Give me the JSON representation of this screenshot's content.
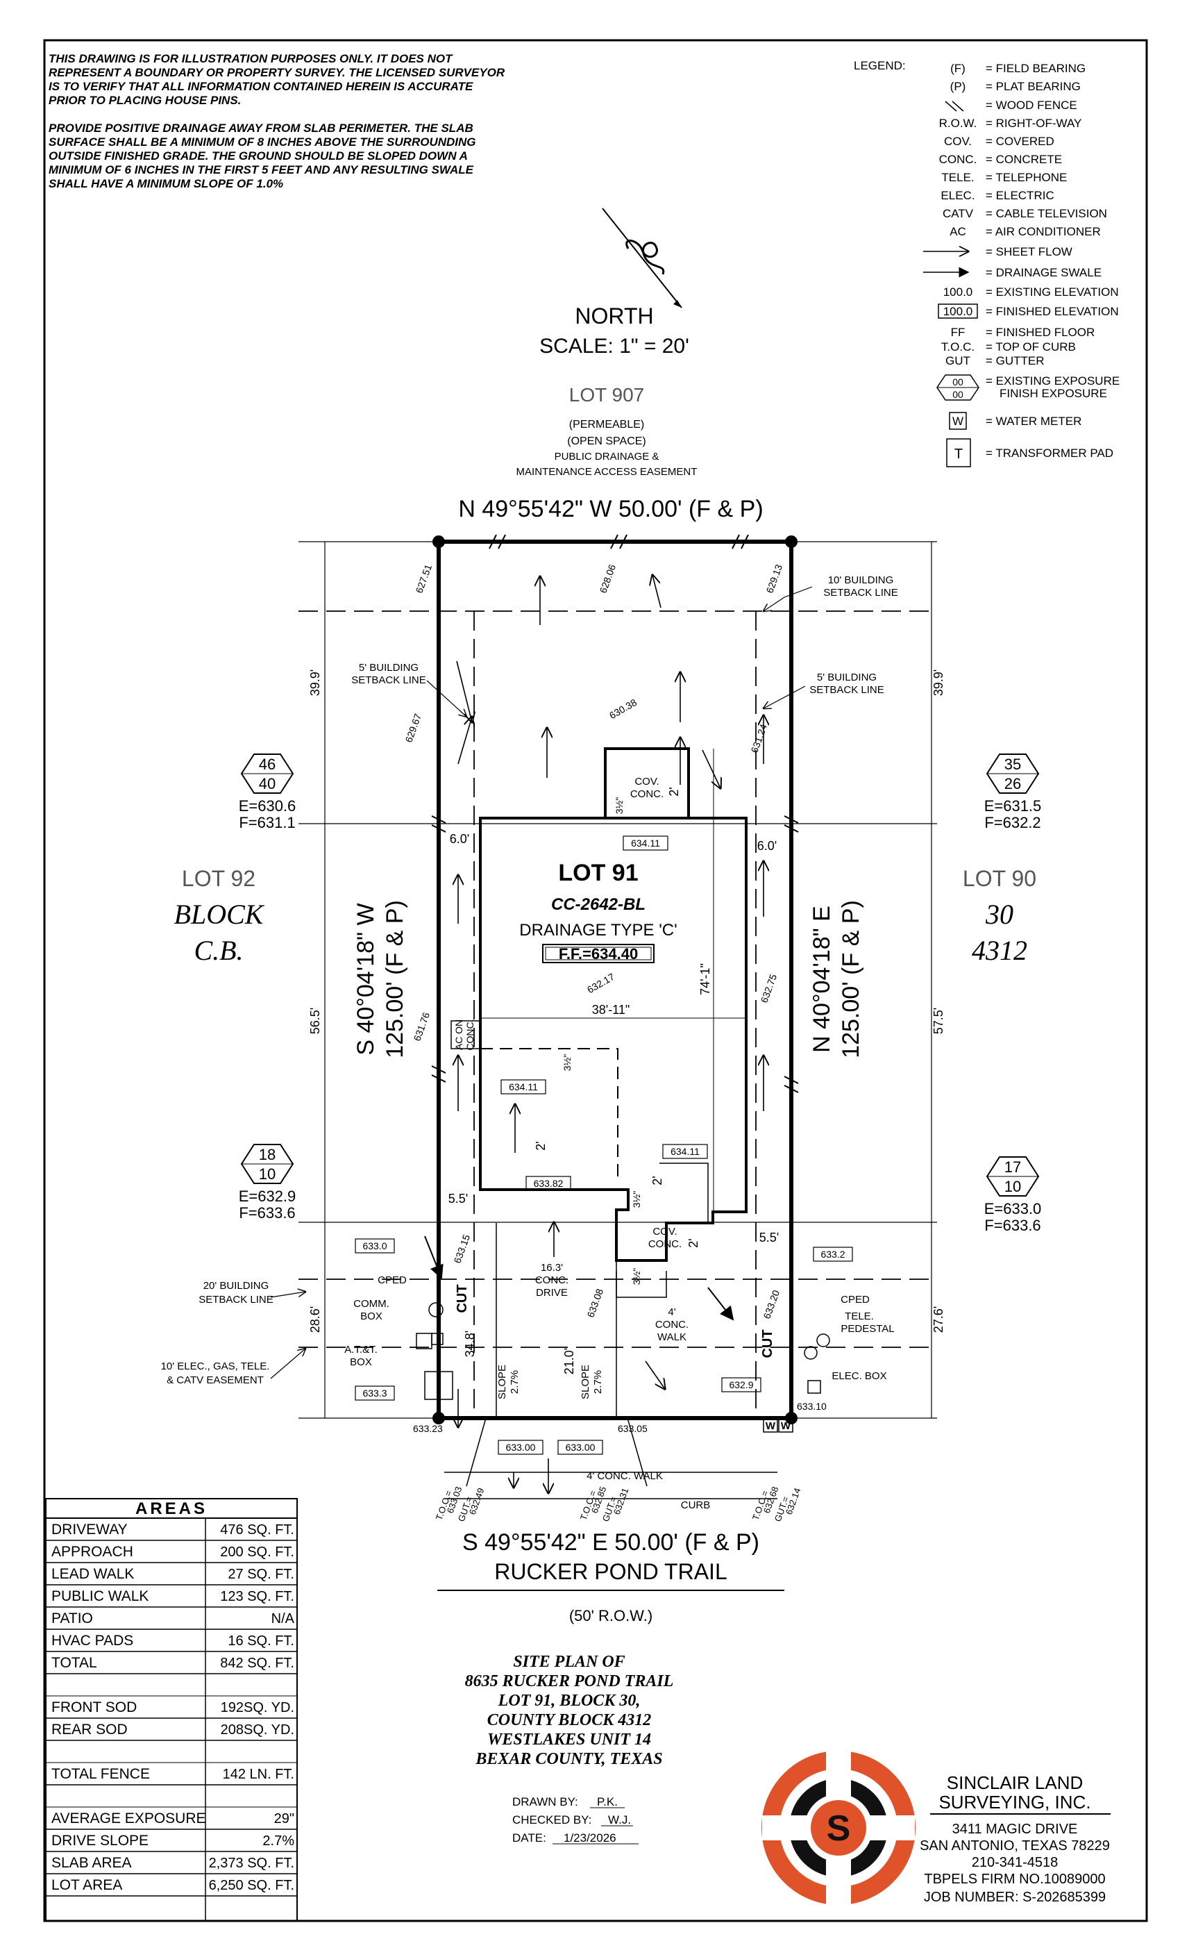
{
  "notes": {
    "line1": "THIS DRAWING IS FOR ILLUSTRATION PURPOSES ONLY. IT DOES NOT",
    "line2": "REPRESENT A BOUNDARY OR PROPERTY SURVEY. THE LICENSED SURVEYOR",
    "line3": "IS TO VERIFY THAT ALL INFORMATION CONTAINED HEREIN IS ACCURATE",
    "line4": "PRIOR TO PLACING HOUSE PINS.",
    "line5": "PROVIDE POSITIVE DRAINAGE AWAY FROM SLAB PERIMETER. THE SLAB",
    "line6": "SURFACE SHALL BE A MINIMUM OF 8 INCHES ABOVE THE SURROUNDING",
    "line7": "OUTSIDE FINISHED GRADE. THE GROUND SHOULD BE SLOPED DOWN A",
    "line8": "MINIMUM OF 6 INCHES IN THE FIRST 5 FEET AND ANY RESULTING SWALE",
    "line9": "SHALL HAVE A MINIMUM SLOPE OF 1.0%"
  },
  "legend": {
    "title": "LEGEND:",
    "items": [
      {
        "sym": "(F)",
        "desc": "= FIELD BEARING"
      },
      {
        "sym": "(P)",
        "desc": "= PLAT BEARING"
      },
      {
        "sym": "\\\\",
        "desc": "= WOOD FENCE"
      },
      {
        "sym": "R.O.W.",
        "desc": "= RIGHT-OF-WAY"
      },
      {
        "sym": "COV.",
        "desc": "= COVERED"
      },
      {
        "sym": "CONC.",
        "desc": "= CONCRETE"
      },
      {
        "sym": "TELE.",
        "desc": "= TELEPHONE"
      },
      {
        "sym": "ELEC.",
        "desc": "= ELECTRIC"
      },
      {
        "sym": "CATV",
        "desc": "= CABLE TELEVISION"
      },
      {
        "sym": "AC",
        "desc": "= AIR CONDITIONER"
      },
      {
        "sym": "",
        "desc": "= SHEET FLOW"
      },
      {
        "sym": "",
        "desc": "= DRAINAGE SWALE"
      },
      {
        "sym": "100.0",
        "desc": "= EXISTING ELEVATION"
      },
      {
        "sym": "100.0",
        "desc": "= FINISHED ELEVATION"
      },
      {
        "sym": "FF",
        "desc": "= FINISHED FLOOR"
      },
      {
        "sym": "T.O.C.",
        "desc": "= TOP OF CURB"
      },
      {
        "sym": "GUT",
        "desc": "= GUTTER"
      },
      {
        "sym": "00",
        "sym2": "00",
        "desc": "= EXISTING EXPOSURE",
        "desc2": "FINISH EXPOSURE"
      },
      {
        "sym": "W",
        "desc": "= WATER METER"
      },
      {
        "sym": "T",
        "desc": "= TRANSFORMER PAD"
      }
    ]
  },
  "north": {
    "label": "NORTH",
    "scale": "SCALE: 1\" = 20'"
  },
  "lot907": {
    "name": "LOT 907",
    "l1": "(PERMEABLE)",
    "l2": "(OPEN SPACE)",
    "l3": "PUBLIC DRAINAGE &",
    "l4": "MAINTENANCE ACCESS EASEMENT"
  },
  "bearings": {
    "top": "N 49°55'42\" W 50.00' (F & P)",
    "bottom": "S 49°55'42\" E 50.00' (F & P)",
    "left1": "S 40°04'18\" W",
    "left2": "125.00' (F & P)",
    "right1": "N 40°04'18\" E",
    "right2": "125.00' (F & P)"
  },
  "lot": {
    "name": "LOT 91",
    "plan": "CC-2642-BL",
    "drainage": "DRAINAGE TYPE 'C'",
    "ff": "F.F.=634.40",
    "width": "38'-11\"",
    "depth": "74'-1\"",
    "ac": "AC ON",
    "ac2": "CONC."
  },
  "neighbors": {
    "left": {
      "lot": "LOT 92",
      "block": "BLOCK",
      "cb": "C.B."
    },
    "right": {
      "lot": "LOT 90",
      "block": "30",
      "cb": "4312"
    }
  },
  "exposures": [
    {
      "top": "46",
      "bottom": "40",
      "e": "E=630.6",
      "f": "F=631.1"
    },
    {
      "top": "35",
      "bottom": "26",
      "e": "E=631.5",
      "f": "F=632.2"
    },
    {
      "top": "18",
      "bottom": "10",
      "e": "E=632.9",
      "f": "F=633.6"
    },
    {
      "top": "17",
      "bottom": "10",
      "e": "E=633.0",
      "f": "F=633.6"
    }
  ],
  "elevations": {
    "e1": "627.51",
    "e2": "628.06",
    "e3": "629.13",
    "e4": "629.67",
    "e5": "630.38",
    "e6": "631.24",
    "e7": "631.76",
    "e8": "632.17",
    "e9": "632.75",
    "e10": "633.15",
    "e11": "633.08",
    "e12": "633.20",
    "e13": "633.23",
    "e14": "633.05",
    "e15": "633.10",
    "b1": "634.11",
    "b2": "634.11",
    "b3": "634.11",
    "b4": "633.82",
    "b5": "633.0",
    "b6": "633.2",
    "b7": "633.3",
    "b8": "632.9",
    "b9": "633.00",
    "b10": "633.00"
  },
  "dims": {
    "d1": "39.9'",
    "d2": "39.9'",
    "d3": "56.5'",
    "d4": "57.5'",
    "d5": "28.6'",
    "d6": "27.6'",
    "d7": "6.0'",
    "d8": "6.0'",
    "d9": "5.5'",
    "d10": "5.5'",
    "d11": "34.8'",
    "d12": "21.0'",
    "d13": "2'",
    "d14": "2'",
    "d15": "2'",
    "d16": "2'",
    "d17": "3½\"",
    "d18": "3½\"",
    "d19": "3½\"",
    "d20": "3½\""
  },
  "labels": {
    "bsl10": "10' BUILDING",
    "bsl10b": "SETBACK LINE",
    "bsl5l": "5' BUILDING",
    "bsl5lb": "SETBACK LINE",
    "bsl5r": "5' BUILDING",
    "bsl5rb": "SETBACK LINE",
    "bsl20": "20' BUILDING",
    "bsl20b": "SETBACK LINE",
    "esmt1": "10' ELEC., GAS, TELE.",
    "esmt2": "& CATV EASEMENT",
    "cped": "CPED",
    "comm1": "COMM.",
    "comm2": "BOX",
    "att1": "A.T.&T.",
    "att2": "BOX",
    "cpedr": "CPED",
    "tele1": "TELE.",
    "tele2": "PEDESTAL",
    "elec": "ELEC. BOX",
    "cov1": "COV.",
    "cov2": "CONC.",
    "cov3": "COV.",
    "cov4": "CONC.",
    "drive1": "16.3'",
    "drive2": "CONC.",
    "drive3": "DRIVE",
    "walk1": "4'",
    "walk2": "CONC.",
    "walk3": "WALK",
    "slope1": "SLOPE",
    "slope1b": "2.7%",
    "slope2": "SLOPE",
    "slope2b": "2.7%",
    "cut": "CUT",
    "cut2": "CUT",
    "walk4": "4' CONC. WALK",
    "curb": "CURB",
    "toc1": "T.O.C.=",
    "toc1v": "633.03",
    "gut1": "GUT.=",
    "gut1v": "632.49",
    "toc2": "T.O.C.=",
    "toc2v": "632.85",
    "gut2": "GUT.=",
    "gut2v": "632.31",
    "toc3": "T.O.C.=",
    "toc3v": "632.68",
    "gut3": "GUT.=",
    "gut3v": "632.14",
    "w1": "W",
    "w2": "W",
    "street": "RUCKER POND TRAIL",
    "row": "(50' R.O.W.)"
  },
  "areas": {
    "title": "AREAS",
    "rows": [
      {
        "k": "DRIVEWAY",
        "v": "476 SQ. FT."
      },
      {
        "k": "APPROACH",
        "v": "200 SQ. FT."
      },
      {
        "k": "LEAD WALK",
        "v": "27 SQ. FT."
      },
      {
        "k": "PUBLIC WALK",
        "v": "123 SQ. FT."
      },
      {
        "k": "PATIO",
        "v": "N/A"
      },
      {
        "k": "HVAC PADS",
        "v": "16 SQ. FT."
      },
      {
        "k": "TOTAL",
        "v": "842 SQ. FT."
      },
      {
        "k": "",
        "v": ""
      },
      {
        "k": "FRONT SOD",
        "v": "192SQ. YD."
      },
      {
        "k": "REAR SOD",
        "v": "208SQ. YD."
      },
      {
        "k": "",
        "v": ""
      },
      {
        "k": "TOTAL FENCE",
        "v": "142 LN. FT."
      },
      {
        "k": "",
        "v": ""
      },
      {
        "k": "AVERAGE EXPOSURE",
        "v": "29\""
      },
      {
        "k": "DRIVE SLOPE",
        "v": "2.7%"
      },
      {
        "k": "SLAB AREA",
        "v": "2,373 SQ. FT."
      },
      {
        "k": "LOT AREA",
        "v": "6,250 SQ. FT."
      }
    ]
  },
  "siteplan": {
    "l1": "SITE PLAN OF",
    "l2": "8635 RUCKER POND TRAIL",
    "l3": "LOT 91, BLOCK 30,",
    "l4": "COUNTY BLOCK 4312",
    "l5": "WESTLAKES UNIT 14",
    "l6": "BEXAR COUNTY, TEXAS"
  },
  "drawn": {
    "drawn_lbl": "DRAWN BY:",
    "drawn_val": "P.K.",
    "checked_lbl": "CHECKED BY:",
    "checked_val": "W.J.",
    "date_lbl": "DATE:",
    "date_val": "1/23/2026"
  },
  "company": {
    "name1": "SINCLAIR LAND",
    "name2": "SURVEYING, INC.",
    "addr1": "3411 MAGIC DRIVE",
    "addr2": "SAN ANTONIO, TEXAS 78229",
    "phone": "210-341-4518",
    "firm": "TBPELS FIRM NO.10089000",
    "job": "JOB NUMBER:  S-202685399",
    "logo_letter": "S"
  },
  "colors": {
    "logo_orange": "#e0522a",
    "logo_black": "#111111"
  }
}
